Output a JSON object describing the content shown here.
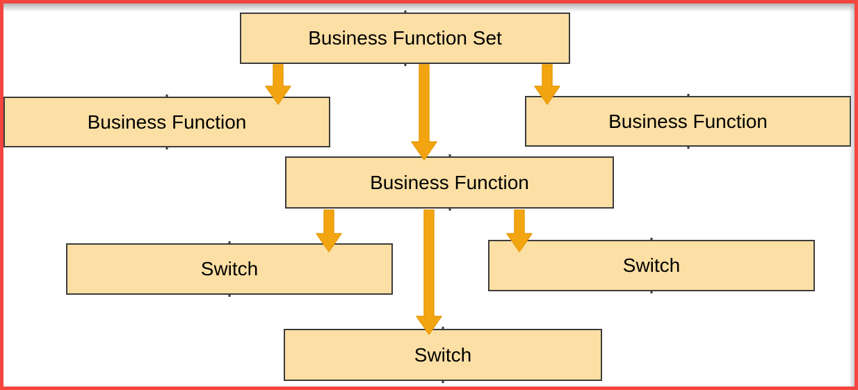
{
  "diagram": {
    "title": "Business Function Set hierarchy diagram",
    "colors": {
      "frame_border": "#f4453f",
      "box_fill": "#fcdfa4",
      "box_border": "#3b3b3b",
      "arrow": "#f2a511",
      "text": "#000000"
    },
    "nodes": [
      {
        "id": "business-function-set",
        "label": "Business Function Set"
      },
      {
        "id": "business-function-left",
        "label": "Business Function"
      },
      {
        "id": "business-function-right",
        "label": "Business Function"
      },
      {
        "id": "business-function-center",
        "label": "Business Function"
      },
      {
        "id": "switch-left",
        "label": "Switch"
      },
      {
        "id": "switch-right",
        "label": "Switch"
      },
      {
        "id": "switch-bottom",
        "label": "Switch"
      }
    ],
    "edges": [
      {
        "from": "business-function-set",
        "to": "business-function-left"
      },
      {
        "from": "business-function-set",
        "to": "business-function-center"
      },
      {
        "from": "business-function-set",
        "to": "business-function-right"
      },
      {
        "from": "business-function-center",
        "to": "switch-left"
      },
      {
        "from": "business-function-center",
        "to": "switch-bottom"
      },
      {
        "from": "business-function-center",
        "to": "switch-right"
      }
    ]
  }
}
